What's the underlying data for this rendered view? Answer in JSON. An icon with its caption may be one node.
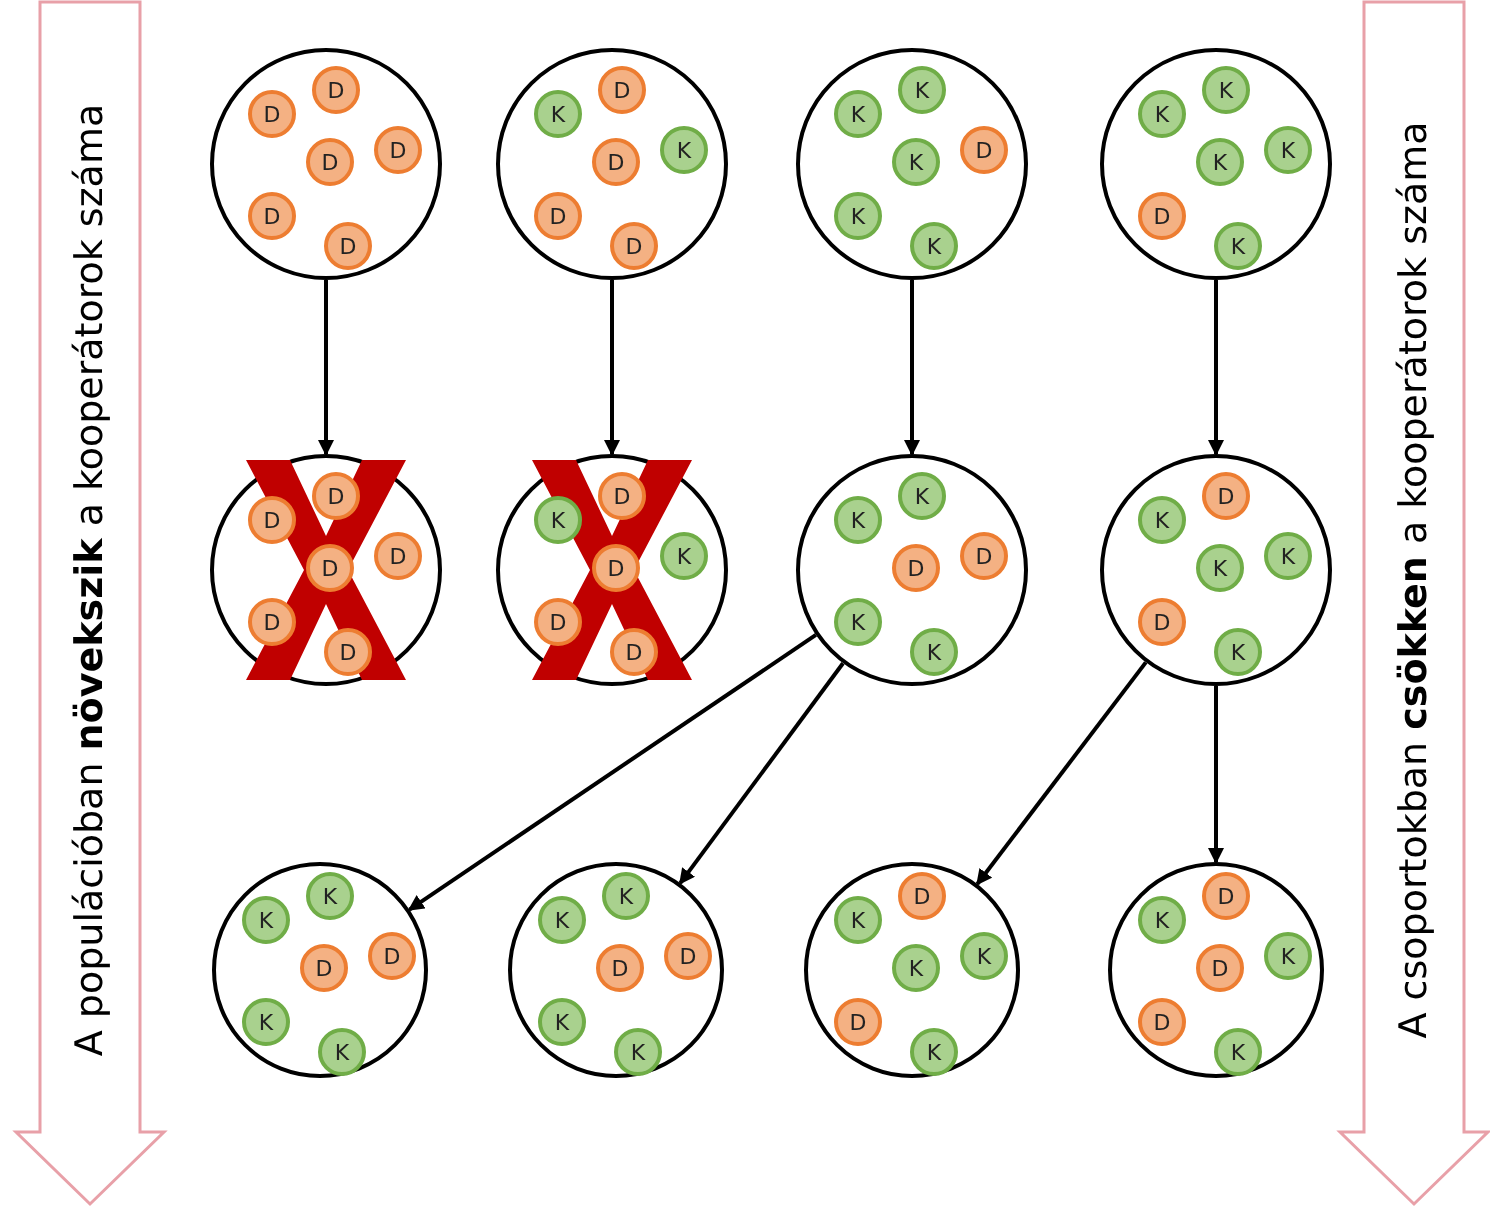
{
  "diagram": {
    "nodes": [
      {
        "text": [
          "A populációban **növekszik** a kooperátorok száma"
        ]
      },
      {
        "text": [],
        "shape": "circle"
      },
      {
        "text": [
          "D"
        ],
        "in": 1
      },
      {
        "text": [
          "D"
        ],
        "in": 1
      },
      {
        "text": [
          "D"
        ],
        "in": 1
      },
      {
        "text": [
          "D"
        ],
        "in": 1
      },
      {
        "text": [
          "D"
        ],
        "in": 1
      },
      {
        "text": [
          "D"
        ],
        "in": 1
      },
      {
        "text": [],
        "shape": "circle"
      },
      {
        "text": [
          "K"
        ],
        "in": 8
      },
      {
        "text": [
          "D"
        ],
        "in": 8
      },
      {
        "text": [
          "D"
        ],
        "in": 8
      },
      {
        "text": [
          "K"
        ],
        "in": 8
      },
      {
        "text": [
          "D"
        ],
        "in": 8
      },
      {
        "text": [
          "D"
        ],
        "in": 8
      },
      {
        "text": [],
        "shape": "circle"
      },
      {
        "text": [
          "K"
        ],
        "in": 15
      },
      {
        "text": [
          "K"
        ],
        "in": 15
      },
      {
        "text": [
          "K"
        ],
        "in": 15
      },
      {
        "text": [
          "D"
        ],
        "in": 15
      },
      {
        "text": [
          "K"
        ],
        "in": 15
      },
      {
        "text": [
          "K"
        ],
        "in": 15
      },
      {
        "text": [],
        "shape": "circle"
      },
      {
        "text": [
          "K"
        ],
        "in": 22
      },
      {
        "text": [
          "K"
        ],
        "in": 22
      },
      {
        "text": [
          "K"
        ],
        "in": 22
      },
      {
        "text": [
          "K"
        ],
        "in": 22
      },
      {
        "text": [
          "D"
        ],
        "in": 22
      },
      {
        "text": [
          "K"
        ],
        "in": 22
      },
      {
        "text": [],
        "shape": "circle"
      },
      {
        "text": [
          "D"
        ],
        "in": 29
      },
      {
        "text": [
          "D"
        ],
        "in": 29
      },
      {
        "text": [
          "D"
        ],
        "in": 29
      },
      {
        "text": [
          "D"
        ],
        "in": 29
      },
      {
        "text": [
          "D"
        ],
        "in": 29
      },
      {
        "text": [
          "D"
        ],
        "in": 29
      },
      {
        "text": [],
        "shape": "circle"
      },
      {
        "text": [
          "K"
        ],
        "in": 36
      },
      {
        "text": [
          "D"
        ],
        "in": 36
      },
      {
        "text": [
          "D"
        ],
        "in": 36
      },
      {
        "text": [
          "K"
        ],
        "in": 36
      },
      {
        "text": [
          "D"
        ],
        "in": 36
      },
      {
        "text": [
          "D"
        ],
        "in": 36
      },
      {
        "text": [],
        "shape": "circle"
      },
      {
        "text": [
          "K"
        ],
        "in": 43
      },
      {
        "text": [
          "K"
        ],
        "in": 43
      },
      {
        "text": [
          "D"
        ],
        "in": 43
      },
      {
        "text": [
          "D"
        ],
        "in": 43
      },
      {
        "text": [
          "K"
        ],
        "in": 43
      },
      {
        "text": [
          "K"
        ],
        "in": 43
      },
      {
        "text": [],
        "shape": "circle"
      },
      {
        "text": [
          "K"
        ],
        "in": 50
      },
      {
        "text": [
          "D"
        ],
        "in": 50
      },
      {
        "text": [
          "K"
        ],
        "in": 50
      },
      {
        "text": [
          "K"
        ],
        "in": 50
      },
      {
        "text": [
          "D"
        ],
        "in": 50
      },
      {
        "text": [
          "K"
        ],
        "in": 50
      },
      {
        "text": [],
        "shape": "circle"
      },
      {
        "text": [
          "K"
        ],
        "in": 57
      },
      {
        "text": [
          "K"
        ],
        "in": 57
      },
      {
        "text": [
          "D"
        ],
        "in": 57
      },
      {
        "text": [
          "D"
        ],
        "in": 57
      },
      {
        "text": [
          "K"
        ],
        "in": 57
      },
      {
        "text": [
          "K"
        ],
        "in": 57
      },
      {
        "text": [],
        "shape": "circle"
      },
      {
        "text": [
          "K"
        ],
        "in": 64
      },
      {
        "text": [
          "K"
        ],
        "in": 64
      },
      {
        "text": [
          "D"
        ],
        "in": 64
      },
      {
        "text": [
          "D"
        ],
        "in": 64
      },
      {
        "text": [
          "K"
        ],
        "in": 64
      },
      {
        "text": [
          "K"
        ],
        "in": 64
      },
      {
        "text": [],
        "shape": "circle"
      },
      {
        "text": [
          "K"
        ],
        "in": 71
      },
      {
        "text": [
          "D"
        ],
        "in": 71
      },
      {
        "text": [
          "K"
        ],
        "in": 71
      },
      {
        "text": [
          "K"
        ],
        "in": 71
      },
      {
        "text": [
          "D"
        ],
        "in": 71
      },
      {
        "text": [
          "K"
        ],
        "in": 71
      },
      {
        "text": [],
        "shape": "circle"
      },
      {
        "text": [
          "K"
        ],
        "in": 78
      },
      {
        "text": [
          "D"
        ],
        "in": 78
      },
      {
        "text": [
          "D"
        ],
        "in": 78
      },
      {
        "text": [
          "K"
        ],
        "in": 78
      },
      {
        "text": [
          "D"
        ],
        "in": 78
      },
      {
        "text": [
          "K"
        ],
        "in": 78
      },
      {
        "text": [
          "A csoportokban **csökken** a kooperátorok száma"
        ]
      }
    ],
    "edges": [
      {
        "from": 1,
        "to": 29,
        "arrow": "to"
      },
      {
        "from": 8,
        "to": 36,
        "arrow": "to"
      },
      {
        "from": 15,
        "to": 43,
        "arrow": "to"
      },
      {
        "from": 22,
        "to": 50,
        "arrow": "to"
      },
      {
        "from": 43,
        "to": 57,
        "arrow": "to"
      },
      {
        "from": 43,
        "to": 64,
        "arrow": "to"
      },
      {
        "from": 50,
        "to": 71,
        "arrow": "to"
      },
      {
        "from": 50,
        "to": 78,
        "arrow": "to"
      }
    ]
  }
}
